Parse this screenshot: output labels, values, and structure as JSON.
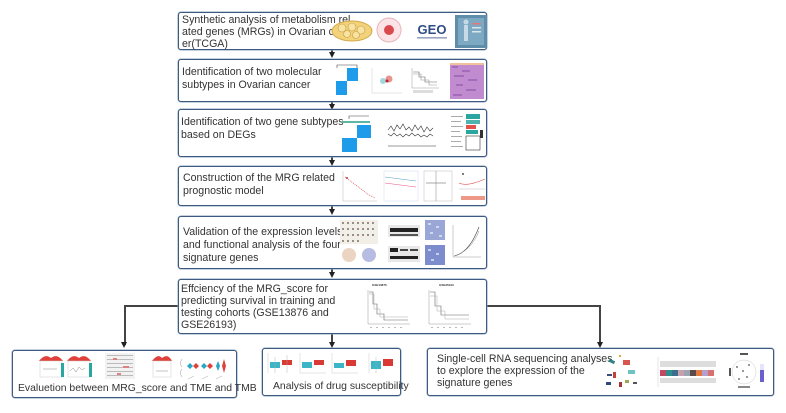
{
  "steps": [
    {
      "id": "step1",
      "lines": [
        "Synthetic analysis of metabolism rel",
        "ated genes (MRGs) in Ovarian canc",
        "er(TCGA)"
      ],
      "icons": [
        "adipose-cell-illustration",
        "cell-illustration",
        "geo-logo",
        "tcga-body-image"
      ]
    },
    {
      "id": "step2",
      "lines": [
        "Identification of two molecular",
        "subtypes in Ovarian cancer"
      ],
      "icons": [
        "consensus-matrix-heatmap",
        "pca-scatter-plot",
        "survival-curve",
        "expression-heatmap"
      ]
    },
    {
      "id": "step3",
      "lines": [
        "Identification of two gene subtypes",
        "based on DEGs"
      ],
      "icons": [
        "consensus-matrix-heatmap",
        "expression-boxplot",
        "annotation-heatmap"
      ]
    },
    {
      "id": "step4",
      "lines": [
        "Construction of the MRG related",
        "prognostic model"
      ],
      "icons": [
        "lasso-plot",
        "coefficient-path-plot",
        "forest-plot",
        "risk-plot"
      ]
    },
    {
      "id": "step5",
      "lines": [
        "Validation of the expression levels",
        "and functional analysis of the four",
        "signature genes"
      ],
      "icons": [
        "ihc-tissue-array",
        "western-blot",
        "transwell-image",
        "growth-curve"
      ]
    },
    {
      "id": "step6",
      "lines": [
        "Effciency of the MRG_score for",
        "predicting survival in training and",
        "testing cohorts (GSE13876 and",
        "GSE26193)"
      ],
      "icons": [
        "km-curve-gse13876",
        "km-curve-gse26193"
      ],
      "chart_titles": [
        "GSE13876",
        "GSE26193"
      ]
    }
  ],
  "branches": [
    {
      "id": "tme",
      "label": "Evaluetion between MRG_score and TME  and TMB",
      "icons": [
        "density-plot",
        "density-plot",
        "correlation-heatmap",
        "density-plot",
        "violin-plots"
      ]
    },
    {
      "id": "drug",
      "label": "Analysis of drug susceptibility",
      "icons": [
        "boxplot",
        "boxplot",
        "boxplot",
        "boxplot"
      ]
    },
    {
      "id": "scrna",
      "lines": [
        "Single-cell RNA sequencing  analyses",
        "to  explore the expression of  the",
        "signature genes"
      ],
      "icons": [
        "tsne-cluster-plot",
        "cell-type-heatmap",
        "feature-plot"
      ]
    }
  ],
  "colors": {
    "border": "#3d5a80",
    "heatmap_blue": "#1e9be9",
    "drug_low": "#3cb6c6",
    "drug_high": "#d93a36",
    "tme_red": "#e0413b"
  }
}
